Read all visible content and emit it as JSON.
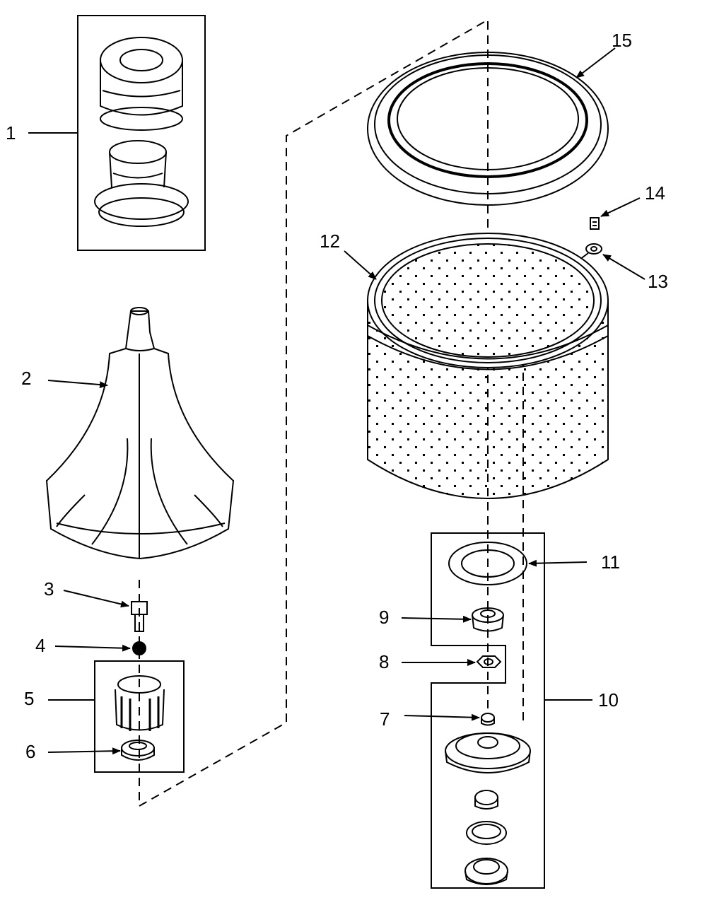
{
  "diagram": {
    "colors": {
      "ink": "#000000",
      "paper": "#ffffff"
    },
    "callouts": [
      {
        "id": "1",
        "label": "1"
      },
      {
        "id": "2",
        "label": "2"
      },
      {
        "id": "3",
        "label": "3"
      },
      {
        "id": "4",
        "label": "4"
      },
      {
        "id": "5",
        "label": "5"
      },
      {
        "id": "6",
        "label": "6"
      },
      {
        "id": "7",
        "label": "7"
      },
      {
        "id": "8",
        "label": "8"
      },
      {
        "id": "9",
        "label": "9"
      },
      {
        "id": "10",
        "label": "10"
      },
      {
        "id": "11",
        "label": "11"
      },
      {
        "id": "12",
        "label": "12"
      },
      {
        "id": "13",
        "label": "13"
      },
      {
        "id": "14",
        "label": "14"
      },
      {
        "id": "15",
        "label": "15"
      }
    ]
  }
}
